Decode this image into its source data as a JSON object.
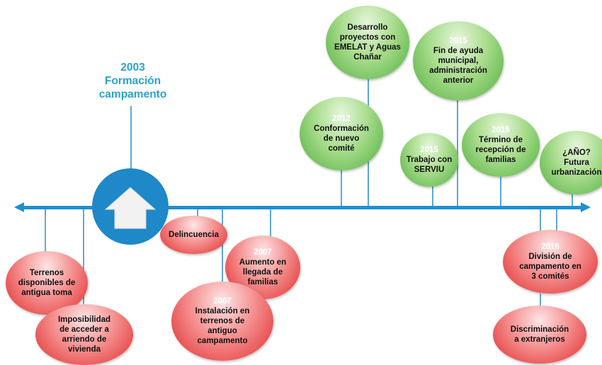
{
  "title": {
    "year": "2003",
    "text": "Formación campamento"
  },
  "colors": {
    "axis": "#1f8fd0",
    "home_circle": "#1e88c8",
    "title": "#2aa3cf",
    "positive": "#4fae3c",
    "negative": "#e02a2a"
  },
  "icons": {
    "home": "house-icon"
  },
  "green_events": [
    {
      "year": "",
      "text": "Desarrollo proyectos con EMELAT y Aguas Chañar"
    },
    {
      "year": "2015",
      "text": "Fin de ayuda municipal, administración anterior"
    },
    {
      "year": "2012",
      "text": "Conformación de nuevo comité"
    },
    {
      "year": "2015",
      "text": "Trabajo con SERVIU"
    },
    {
      "year": "2015",
      "text": "Término de recepción de familias"
    },
    {
      "year": "",
      "text": "¿AÑO? Futura urbanización"
    }
  ],
  "red_events": [
    {
      "year": "",
      "text": "Delincuencia"
    },
    {
      "year": "2007",
      "text": "Aumento en llegada de familias"
    },
    {
      "year": "",
      "text": "Terrenos disponibles de antigua toma"
    },
    {
      "year": "",
      "text": "Imposibilidad de acceder a arriendo de vivienda"
    },
    {
      "year": "2007",
      "text": "Instalación en terrenos de antiguo campamento"
    },
    {
      "year": "2016",
      "text": "División de campamento en 3 comités"
    },
    {
      "year": "",
      "text": "Discriminación a extranjeros"
    }
  ]
}
